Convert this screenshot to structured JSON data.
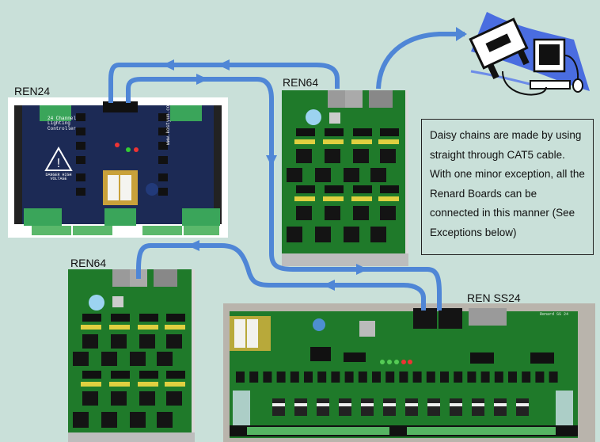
{
  "labels": {
    "ren24": "REN24",
    "ren64_top": "REN64",
    "ren64_bottom": "REN64",
    "ren_ss24": "REN SS24"
  },
  "note": {
    "text": "Daisy chains are made by using straight through  CAT5 cable.   With one minor exception, all the Renard Boards can be connected  in this manner (See Exceptions below)"
  },
  "boards": {
    "ren24": {
      "silk_title": "24 Channel Lighting Controller",
      "silk_warning": "DANGER HIGH VOLTAGE",
      "silk_url": "www.kostyun.com"
    },
    "ss24": {
      "silk_title": "Renard SS 24"
    }
  },
  "colors": {
    "background": "#c9e0d9",
    "cable": "#4f86d6",
    "pcb_green": "#1f7a2a",
    "pcb_blue": "#1c2a55"
  },
  "icons": {
    "computer": "computer-with-serial-connector-icon"
  }
}
